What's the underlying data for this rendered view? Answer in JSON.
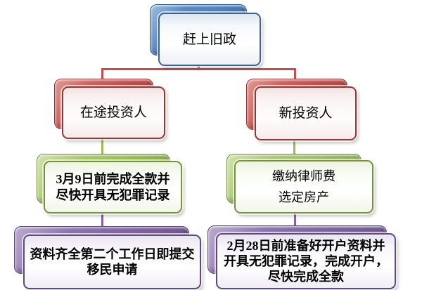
{
  "palette": {
    "level1_blue": "#4F81BD",
    "level2_red": "#C0504D",
    "level3_green": "#9BBB59",
    "level4_purple": "#8064A2",
    "background": "#FFFFFF",
    "text": "#000000"
  },
  "chart_data": {
    "type": "flowchart-hierarchy",
    "title": "赶上旧政",
    "levels": 4
  },
  "nodes": {
    "root": {
      "color": "blue",
      "lines": [
        "赶上旧政"
      ]
    },
    "inTransit": {
      "color": "red",
      "lines": [
        "在途投资人"
      ]
    },
    "newInvestor": {
      "color": "red",
      "lines": [
        "新投资人"
      ]
    },
    "inTransitStep": {
      "color": "green",
      "bold": true,
      "lines": [
        "3月9日前完成全款并",
        "尽快开具无犯罪记录"
      ]
    },
    "newInvestorStep": {
      "color": "green",
      "bold": false,
      "lines": [
        "缴纳律师费",
        "选定房产"
      ]
    },
    "inTransitFinal": {
      "color": "purple",
      "bold": true,
      "lines": [
        "资料齐全第二个工作日即提交",
        "移民申请"
      ]
    },
    "newInvestorFinal": {
      "color": "purple",
      "bold": true,
      "lines": [
        "2月28日前准备好开户资料并",
        "开具无犯罪记录，完成开户，",
        "尽快完成全款"
      ]
    }
  },
  "edges": [
    {
      "from": "root",
      "to": "inTransit",
      "color": "#C0504D"
    },
    {
      "from": "root",
      "to": "newInvestor",
      "color": "#C0504D"
    },
    {
      "from": "inTransit",
      "to": "inTransitStep",
      "color": "#9BBB59"
    },
    {
      "from": "newInvestor",
      "to": "newInvestorStep",
      "color": "#9BBB59"
    },
    {
      "from": "inTransitStep",
      "to": "inTransitFinal",
      "color": "#8064A2"
    },
    {
      "from": "newInvestorStep",
      "to": "newInvestorFinal",
      "color": "#8064A2"
    }
  ]
}
